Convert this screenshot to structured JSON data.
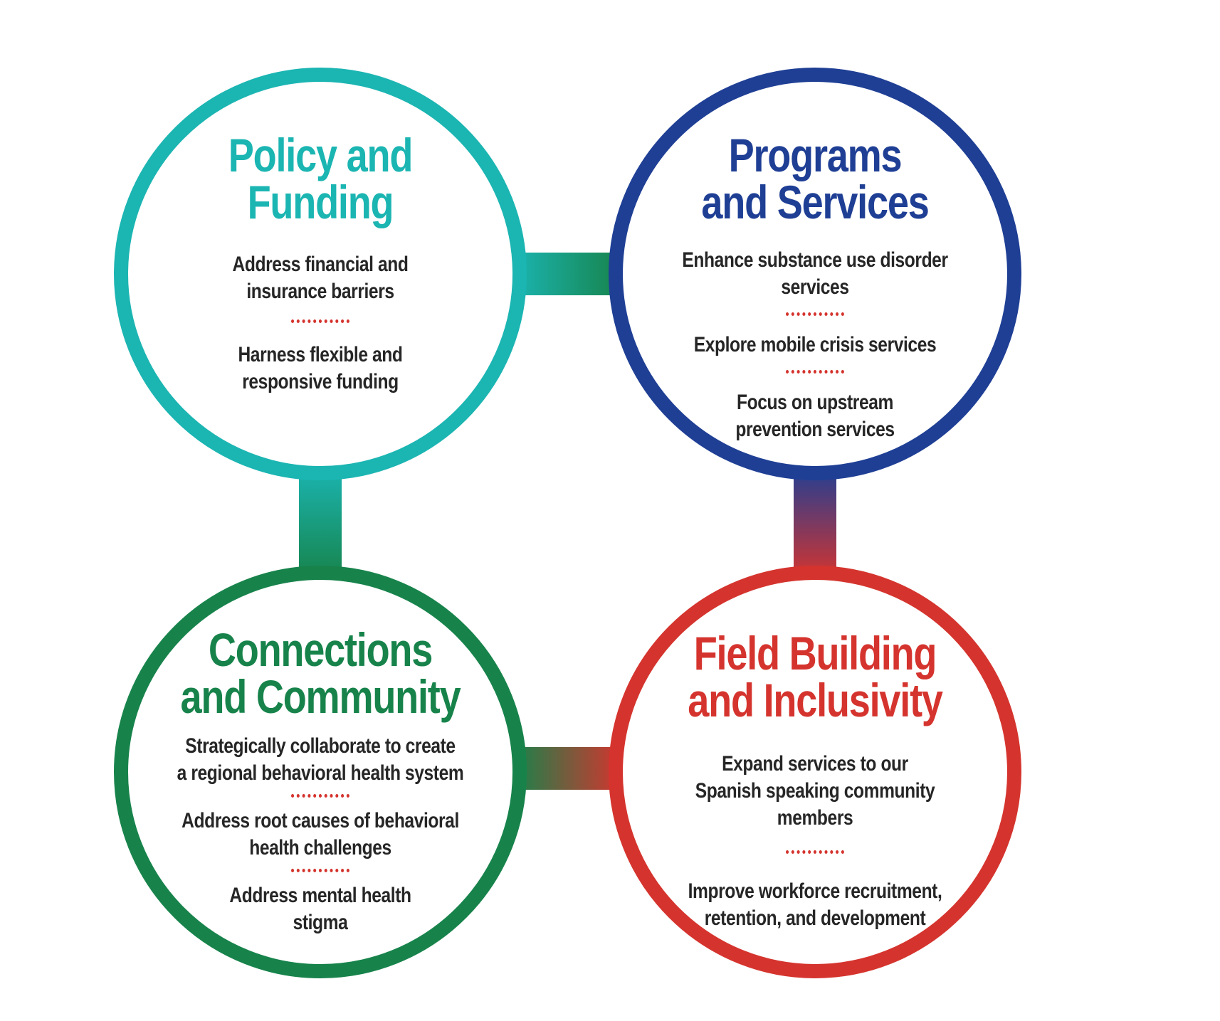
{
  "colors": {
    "teal": "#1bb5b2",
    "navy": "#1f3f95",
    "green": "#17834b",
    "red": "#d5342e",
    "dots": "#d5342e",
    "text": "#262626"
  },
  "circles": {
    "policy": {
      "title_line1": "Policy and",
      "title_line2": "Funding",
      "items": [
        {
          "line1": "Address financial and",
          "line2": "insurance barriers"
        },
        {
          "line1": "Harness flexible and",
          "line2": "responsive funding"
        }
      ]
    },
    "programs": {
      "title_line1": "Programs",
      "title_line2": "and Services",
      "items": [
        {
          "line1": "Enhance substance use disorder services",
          "line2": ""
        },
        {
          "line1": "Explore mobile crisis services",
          "line2": ""
        },
        {
          "line1": "Focus on upstream",
          "line2": "prevention services"
        }
      ]
    },
    "connections": {
      "title_line1": "Connections",
      "title_line2": "and Community",
      "items": [
        {
          "line1": "Strategically collaborate to create",
          "line2": "a regional behavioral health system"
        },
        {
          "line1": "Address root causes of behavioral",
          "line2": "health challenges"
        },
        {
          "line1": "Address mental health",
          "line2": "stigma"
        }
      ]
    },
    "field": {
      "title_line1": "Field Building",
      "title_line2": "and Inclusivity",
      "items": [
        {
          "line1": "Expand services to our",
          "line2": "Spanish speaking community members"
        },
        {
          "line1": "Improve workforce recruitment,",
          "line2": "retention, and development"
        }
      ]
    }
  }
}
